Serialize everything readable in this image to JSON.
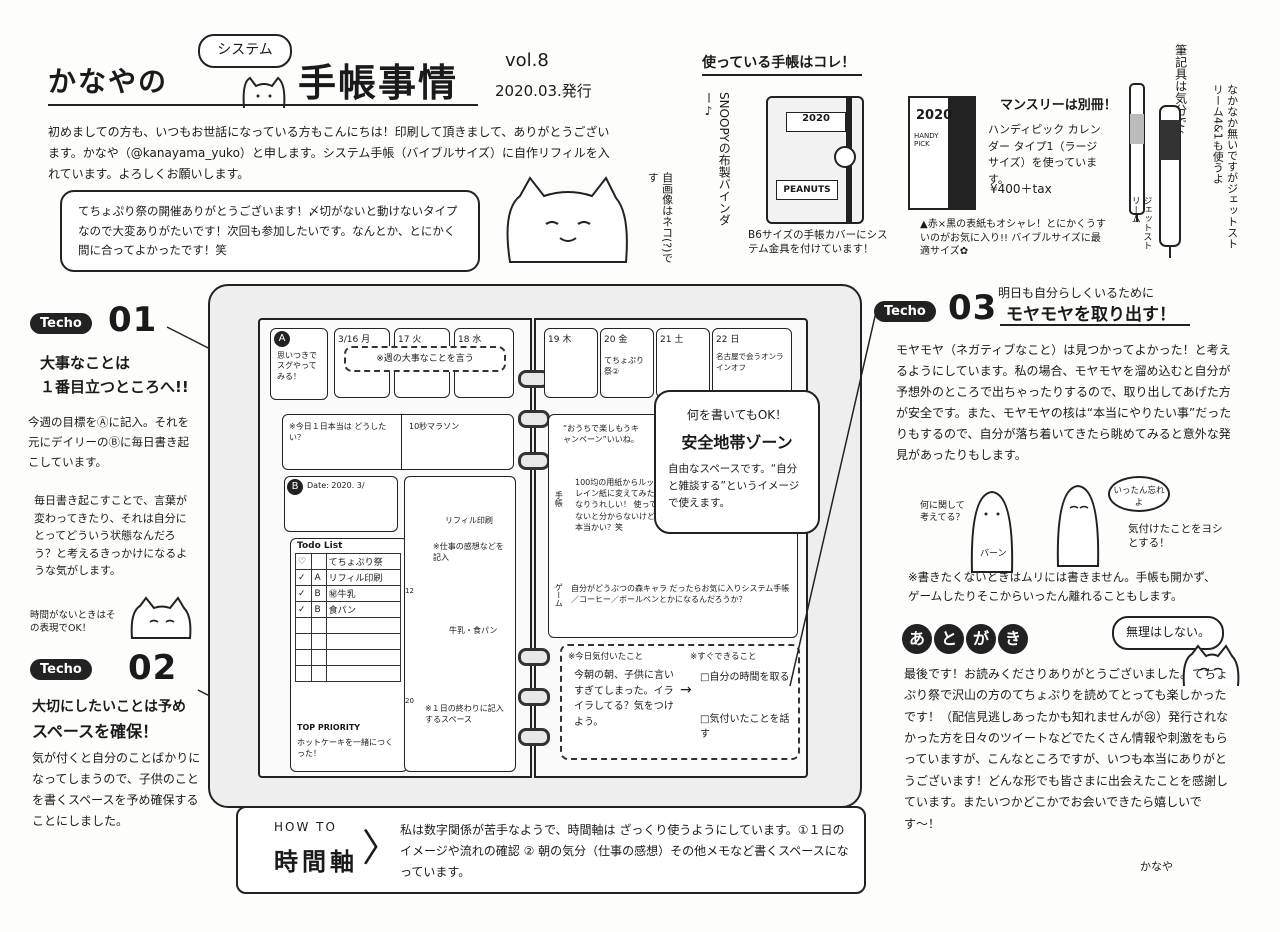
{
  "header": {
    "author_prefix": "かなやの",
    "bubble": "システム",
    "title": "手帳事情",
    "vol": "vol.8",
    "date": "2020.03.発行"
  },
  "intro": {
    "text": "初めましての方も、いつもお世話になっている方もこんにちは！印刷して頂きまして、ありがとうございます。かなや（@kanayama_yuko）と申します。システム手帳（バイブルサイズ）に自作リフィルを入れています。よろしくお願いします。",
    "speech": "てちょぷり祭の開催ありがとうございます！〆切がないと動けないタイプなので大変ありがたいです！次回も参加したいです。なんとか、とにかく間に合ってよかったです！笑",
    "cat_note": "自画像はネコ(?)です"
  },
  "notebook_info": {
    "heading": "使っている手帳はコレ！",
    "vertical_label": "SNOOPYの布製バインダー♪",
    "cover_text": "PEANUTS",
    "cover_caption": "B6サイズの手帳カバーにシステム金具を付けています！",
    "monthly_heading": "マンスリーは別冊！",
    "monthly_detail": "ハンディピック カレンダー タイプ1（ラージサイズ）を使っています。",
    "price": "¥400＋tax",
    "calendar_year": "2020",
    "calendar_sub": "HANDY PICK",
    "monthly_caption": "▲赤×黒の表紙もオシャレ！とにかくうすいのがお気に入り!! バイブルサイズに最適サイズ✿"
  },
  "pens": {
    "note1": "筆記具は気分で♪",
    "note2": "なかなか無いですがジェットストリーム4&1も使うよ",
    "pen_label": "ジェットストリーム"
  },
  "techo01": {
    "badge": "Techo",
    "number": "01",
    "heading1": "大事なことは",
    "heading2": "１番目立つところへ!!",
    "text": "今週の目標をⒶに記入。それを元にデイリーのⒷに毎日書き起こしています。",
    "text2": "毎日書き起こすことで、言葉が変わってきたり、それは自分にとってどういう状態なんだろう？と考えるきっかけになるような気がします。",
    "cat_note": "時間がないときはその表現でOK！"
  },
  "techo02": {
    "badge": "Techo",
    "number": "02",
    "heading1": "大切にしたいことは予め",
    "heading2": "スペースを確保！",
    "text": "気が付くと自分のことばかりになってしまうので、子供のことを書くスペースを予め確保することにしました。"
  },
  "techo03": {
    "badge": "Techo",
    "number": "03",
    "sub": "明日も自分らしくいるために",
    "heading": "モヤモヤを取り出す！",
    "text": "モヤモヤ（ネガティブなこと）は見つかってよかった！と考えるようにしています。私の場合、モヤモヤを溜め込むと自分が予想外のところで出ちゃったりするので、取り出してあげた方が安全です。また、モヤモヤの核は“本当にやりたい事”だったりもするので、自分が落ち着いてきたら眺めてみると意外な発見があったりもします。",
    "cloud1": "何に関して考えてる？",
    "cloud2": "いったん忘れよ",
    "person_label": "バーン",
    "note_yoshi": "気付けたことをヨシとする！",
    "note": "※書きたくないときはムリには書きません。手帳も開かず、ゲームしたりそこからいったん離れることもします。",
    "bubble": "無理はしない。"
  },
  "atogaki": {
    "letters": [
      "あ",
      "と",
      "が",
      "き"
    ],
    "text": "最後です！お読みくださりありがとうございました。てちょぷり祭で沢山の方のてちょぷりを読めてとっても楽しかったです！（配信見逃しあったかも知れませんが😢）発行されなかった方を日々のツイートなどでたくさん情報や刺激をもらっていますが、こんなところですが、いつも本当にありがとうございます！どんな形でも皆さまに出会えたことを感謝しています。またいつかどこかでお会いできたら嬉しいです〜！",
    "sign": "かなや"
  },
  "howto": {
    "label": "HOW TO",
    "title": "時間軸",
    "text": "私は数字関係が苦手なようで、時間軸は ざっくり使うようにしています。①１日のイメージや流れの確認 ② 朝の気分（仕事の感想）その他メモなど書くスペースになっています。"
  },
  "planner": {
    "left": {
      "a_marker": "A",
      "a_text": "思いつきでスグやってみる！",
      "days": [
        "3/16 月",
        "17 火",
        "18 水"
      ],
      "week_goal": "※週の大事なことを言う",
      "daily_left": "※今日１日本当は どうしたい？",
      "daily_right": "10秒マラソン",
      "b_marker": "B",
      "b_date": "Date: 2020. 3/",
      "todo_title": "Todo List",
      "todo_rows": [
        {
          "mark": "♡",
          "cat": "",
          "item": "てちょぷり祭"
        },
        {
          "mark": "✓",
          "cat": "A",
          "item": "リフィル印刷"
        },
        {
          "mark": "✓",
          "cat": "B",
          "item": "㊙牛乳"
        },
        {
          "mark": "✓",
          "cat": "B",
          "item": "食パン"
        }
      ],
      "top_priority_title": "TOP PRIORITY",
      "top_priority_text": "ホットケーキを一緒につくった！",
      "time_axis_notes": [
        "リフィル印刷",
        "※仕事の感想などを記入",
        "牛乳・食パン",
        "※１日の終わりに記入するスペース"
      ],
      "time_marks": [
        "12",
        "20"
      ]
    },
    "right": {
      "days": [
        "19 木",
        "20 金",
        "21 土",
        "22 日"
      ],
      "day_notes": [
        "",
        "てちょぷり祭②",
        "",
        "名古屋で会うオンラインオフ"
      ],
      "zone_small": "何を書いてもOK！",
      "zone_title": "安全地帯ゾーン",
      "zone_text": "自由なスペースです。“自分と雑談する”というイメージで使えます。",
      "memo1": "“おうちで楽しもうキャンペーン”いいね。",
      "memo2": "100均の用紙からルックスレイン紙に変えてみた。かなりうれしい！ 使ってみないと分からないけど…。本当かい？笑",
      "memo_label1": "手帳",
      "memo_label2": "ゲーム",
      "memo3": "自分がどうぶつの森キャラ だったらお気に入りシステム手帳／コーヒー／ボールペンとかになるんだろうか？",
      "bottom_left_title": "※今日気付いたこと",
      "bottom_left_text": "今朝の朝、子供に言いすぎてしまった。イライラしてる？気をつけよう。",
      "bottom_right_title": "※すぐできること",
      "bottom_right_items": [
        "□自分の時間を取る",
        "□気付いたことを話す"
      ]
    }
  }
}
